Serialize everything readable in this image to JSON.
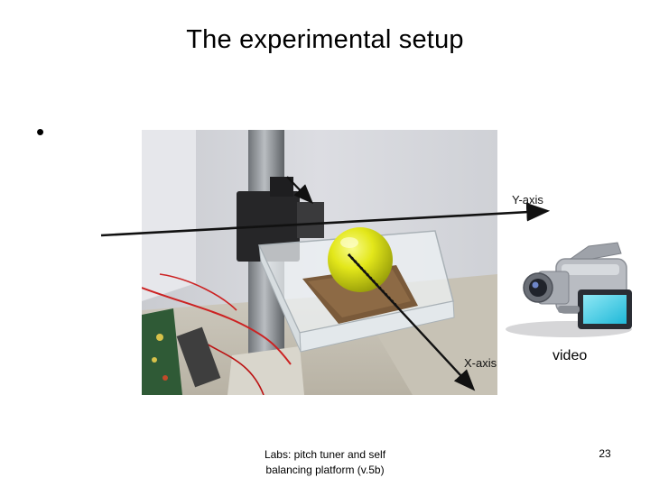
{
  "slide": {
    "title": "The experimental setup",
    "bullet": "•"
  },
  "figure": {
    "y_axis_label": "Y-axis",
    "x_axis_label": "X-axis",
    "camera_label": "video",
    "camera_icon": "video-camera-icon"
  },
  "footer": {
    "line1": "Labs: pitch tuner and self",
    "line2": "balancing platform (v.5b)",
    "page_number": "23"
  },
  "colors": {
    "ball": "#e6ea1c",
    "tray": "#dfe6ea",
    "screen": "#44d0e8"
  }
}
